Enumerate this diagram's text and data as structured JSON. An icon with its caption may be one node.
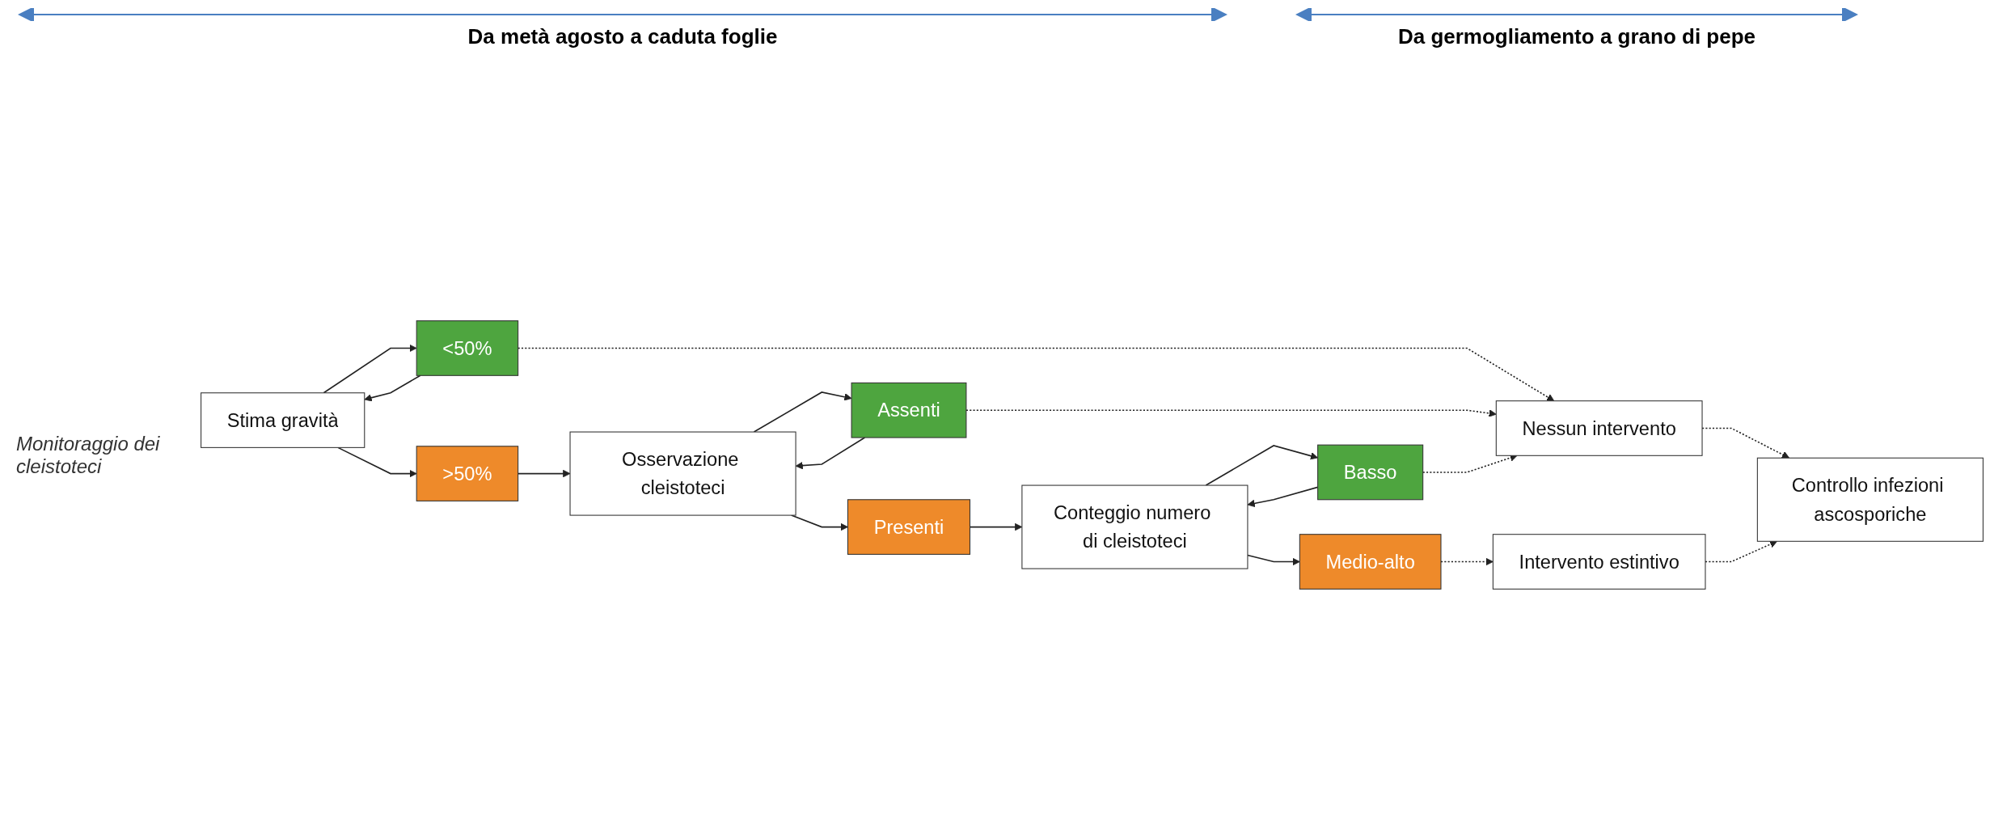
{
  "diagram": {
    "nodes": [
      {
        "text": [
          "Stima gravità"
        ]
      },
      {
        "text": [
          "<50%"
        ]
      },
      {
        "text": [
          ">50%"
        ]
      },
      {
        "text": [
          "Osservazione cleistoteci"
        ]
      },
      {
        "text": [
          "Assenti"
        ]
      },
      {
        "text": [
          "Presenti"
        ]
      },
      {
        "text": [
          "Conteggio numero di cleistoteci"
        ]
      },
      {
        "text": [
          "Basso"
        ]
      },
      {
        "text": [
          "Medio-alto"
        ]
      },
      {
        "text": [
          "Nessun intervento"
        ]
      },
      {
        "text": [
          "Intervento estintivo"
        ]
      },
      {
        "text": [
          "Controllo infezioni ascosporiche"
        ]
      }
    ],
    "edges": [
      {
        "from": 0,
        "to": 1,
        "arrow": "to"
      },
      {
        "from": 0,
        "to": 2,
        "arrow": "to"
      },
      {
        "from": 1,
        "to": 0,
        "arrow": "to"
      },
      {
        "from": 2,
        "to": 3,
        "arrow": "to"
      },
      {
        "from": 3,
        "to": 4,
        "arrow": "to"
      },
      {
        "from": 3,
        "to": 5,
        "arrow": "to"
      },
      {
        "from": 4,
        "to": 3,
        "arrow": "to"
      },
      {
        "from": 5,
        "to": 6,
        "arrow": "to"
      },
      {
        "from": 6,
        "to": 7,
        "arrow": "to"
      },
      {
        "from": 6,
        "to": 8,
        "arrow": "to"
      },
      {
        "from": 7,
        "to": 6,
        "arrow": "to"
      },
      {
        "from": 1,
        "to": 9,
        "arrow": "to",
        "style": "dashed"
      },
      {
        "from": 4,
        "to": 9,
        "arrow": "to",
        "style": "dashed"
      },
      {
        "from": 7,
        "to": 9,
        "arrow": "to",
        "style": "dashed"
      },
      {
        "from": 8,
        "to": 10,
        "arrow": "to",
        "style": "dashed"
      },
      {
        "from": 9,
        "to": 11,
        "arrow": "to",
        "style": "dashed"
      },
      {
        "from": 10,
        "to": 11,
        "arrow": "to",
        "style": "dashed"
      }
    ],
    "labels": [
      "Da metà agosto a caduta foglie",
      "Da germogliamento a grano di pepe",
      "Monitoraggio dei cleistoteci"
    ]
  }
}
